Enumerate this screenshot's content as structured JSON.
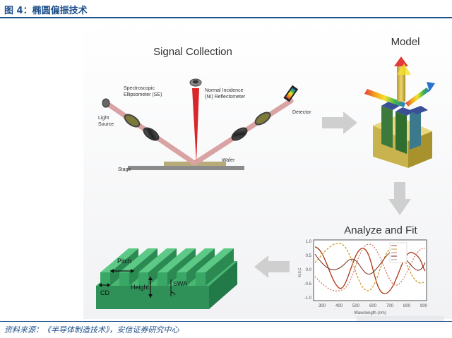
{
  "figure": {
    "title": "图 4：椭圆偏振技术",
    "source": "资料来源：《半导体制造技术》，安信证券研究中心"
  },
  "signal": {
    "heading": "Signal Collection",
    "se_label_1": "Spectroscopic",
    "se_label_2": "Ellipsometer (SE)",
    "ni_label_1": "Normal Incidence",
    "ni_label_2": "(NI) Reflectometer",
    "light_1": "Light",
    "light_2": "Source",
    "detector": "Detector",
    "wafer": "Wafer",
    "stage": "Stage"
  },
  "model": {
    "heading": "Model"
  },
  "analyze": {
    "heading": "Analyze and Fit",
    "y_ticks": [
      "1.0",
      "0.5",
      "0.0",
      "-0.5",
      "-1.0"
    ],
    "x_ticks": [
      "300",
      "400",
      "500",
      "600",
      "700",
      "800",
      "900"
    ],
    "xlabel": "Wavelength (nm)",
    "ylabel": "N,S,C"
  },
  "structure": {
    "pitch": "Pitch",
    "height": "Height",
    "swa": "SWA",
    "cd": "CD"
  },
  "colors": {
    "accent": "#1d4f8a",
    "grating": "#3aa766",
    "laser": "#d9262a",
    "beam": "#d9a3a3",
    "arrow": "#cfcfcf"
  }
}
